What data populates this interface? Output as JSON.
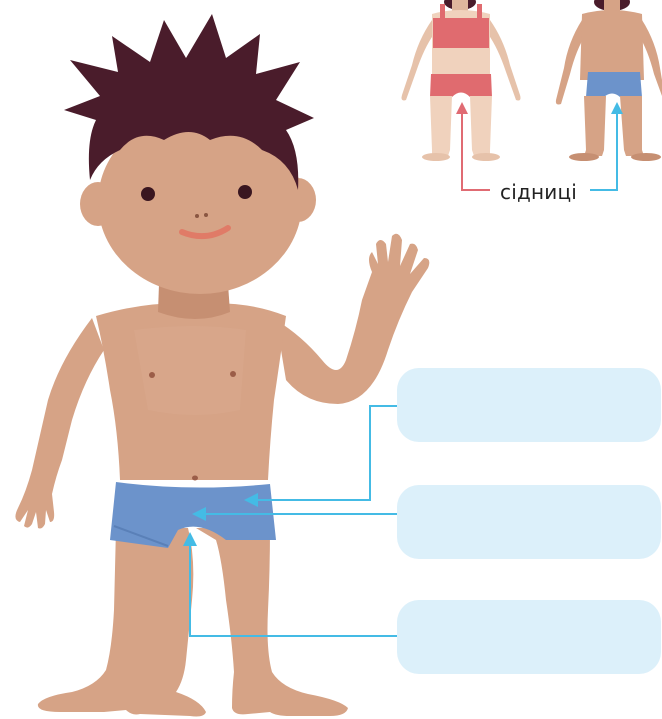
{
  "labels": {
    "buttocks": "сідниці"
  },
  "answer_boxes": [
    {
      "id": "box-1",
      "value": ""
    },
    {
      "id": "box-2",
      "value": ""
    },
    {
      "id": "box-3",
      "value": ""
    }
  ],
  "colors": {
    "skin": "#d6a386",
    "skin_shade": "#c68f72",
    "hair": "#4a1c2b",
    "shorts_blue": "#6c93cb",
    "girl_top_red": "#e06b6f",
    "arrow_blue": "#44bbe5",
    "arrow_red": "#e06b73",
    "box_fill": "#dcf0fa"
  }
}
